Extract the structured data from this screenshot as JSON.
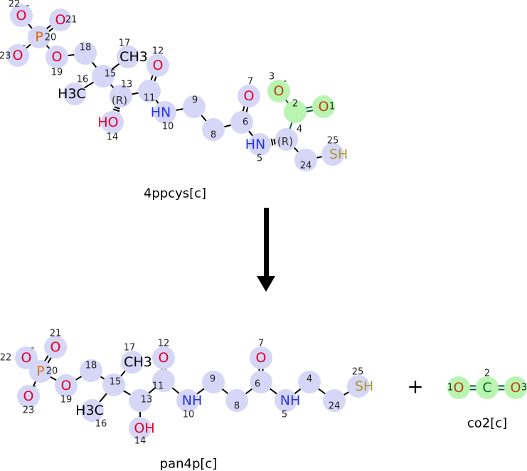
{
  "colors": {
    "highlight": "#d6d6f7",
    "highlight_changed": "#b9f5b0",
    "O": "#e0002a",
    "N": "#2233ee",
    "P": "#e07010",
    "S": "#a89a30",
    "C": "#000000",
    "changed_O": "#c04010",
    "changed_C": "#063"
  },
  "reactant": {
    "name": "4ppcys[c]",
    "atoms": {
      "22": {
        "num": "22",
        "sym": "O",
        "charge": "-",
        "el": "O"
      },
      "21": {
        "num": "21",
        "sym": "O",
        "el": "O"
      },
      "20": {
        "num": "20",
        "sym": "P",
        "el": "P"
      },
      "23": {
        "num": "23",
        "sym": "O",
        "charge": "-",
        "el": "O"
      },
      "19": {
        "num": "19",
        "sym": "O",
        "el": "O"
      },
      "18": {
        "num": "18",
        "sym": "",
        "el": "C"
      },
      "15": {
        "num": "15",
        "sym": "",
        "el": "C"
      },
      "17": {
        "num": "17",
        "sym": "CH3",
        "el": "C"
      },
      "16": {
        "num": "16",
        "sym": "H3C",
        "el": "C"
      },
      "13": {
        "num": "13",
        "sym": "",
        "el": "C",
        "stereo": "(R)"
      },
      "11": {
        "num": "11",
        "sym": "",
        "el": "C"
      },
      "12": {
        "num": "12",
        "sym": "O",
        "el": "O"
      },
      "14": {
        "num": "14",
        "sym": "HO",
        "el": "O"
      },
      "10": {
        "num": "10",
        "sym": "HN",
        "el": "N"
      },
      "9": {
        "num": "9",
        "sym": "",
        "el": "C"
      },
      "8": {
        "num": "8",
        "sym": "",
        "el": "C"
      },
      "6": {
        "num": "6",
        "sym": "",
        "el": "C"
      },
      "7": {
        "num": "7",
        "sym": "O",
        "el": "O"
      },
      "5": {
        "num": "5",
        "sym": "HN",
        "el": "N"
      },
      "4": {
        "num": "4",
        "sym": "",
        "el": "C",
        "stereo": "(R)"
      },
      "2": {
        "num": "2",
        "sym": "",
        "el": "C",
        "changed": true
      },
      "3": {
        "num": "3",
        "sym": "O",
        "charge": "-",
        "el": "O",
        "changed": true
      },
      "1": {
        "num": "1",
        "sym": "O",
        "el": "O",
        "changed": true
      },
      "24": {
        "num": "24",
        "sym": "",
        "el": "C"
      },
      "25": {
        "num": "25",
        "sym": "SH",
        "el": "S"
      }
    }
  },
  "arrow": {
    "icon": "arrow-down-icon"
  },
  "products": [
    {
      "name": "pan4p[c]",
      "atoms": {
        "22": {
          "num": "22",
          "sym": "O",
          "charge": "-",
          "el": "O"
        },
        "21": {
          "num": "21",
          "sym": "O",
          "el": "O"
        },
        "20": {
          "num": "20",
          "sym": "P",
          "el": "P"
        },
        "23": {
          "num": "23",
          "sym": "O",
          "charge": "-",
          "el": "O"
        },
        "19": {
          "num": "19",
          "sym": "O",
          "el": "O"
        },
        "18": {
          "num": "18",
          "sym": "",
          "el": "C"
        },
        "15": {
          "num": "15",
          "sym": "",
          "el": "C"
        },
        "17": {
          "num": "17",
          "sym": "CH3",
          "el": "C"
        },
        "16": {
          "num": "16",
          "sym": "H3C",
          "el": "C"
        },
        "13": {
          "num": "13",
          "sym": "",
          "el": "C"
        },
        "11": {
          "num": "11",
          "sym": "",
          "el": "C"
        },
        "12": {
          "num": "12",
          "sym": "O",
          "el": "O"
        },
        "14": {
          "num": "14",
          "sym": "OH",
          "el": "O"
        },
        "10": {
          "num": "10",
          "sym": "NH",
          "el": "N"
        },
        "9": {
          "num": "9",
          "sym": "",
          "el": "C"
        },
        "8": {
          "num": "8",
          "sym": "",
          "el": "C"
        },
        "6": {
          "num": "6",
          "sym": "",
          "el": "C"
        },
        "7": {
          "num": "7",
          "sym": "O",
          "el": "O"
        },
        "5": {
          "num": "5",
          "sym": "NH",
          "el": "N"
        },
        "4": {
          "num": "4",
          "sym": "",
          "el": "C"
        },
        "24": {
          "num": "24",
          "sym": "",
          "el": "C"
        },
        "25": {
          "num": "25",
          "sym": "SH",
          "el": "S"
        }
      }
    },
    {
      "name": "co2[c]",
      "atoms": {
        "1": {
          "num": "1",
          "sym": "O",
          "el": "O",
          "changed": true
        },
        "2": {
          "num": "2",
          "sym": "C",
          "el": "C",
          "changed": true
        },
        "3": {
          "num": "3",
          "sym": "O",
          "el": "O",
          "changed": true
        }
      }
    }
  ],
  "plus": "+"
}
